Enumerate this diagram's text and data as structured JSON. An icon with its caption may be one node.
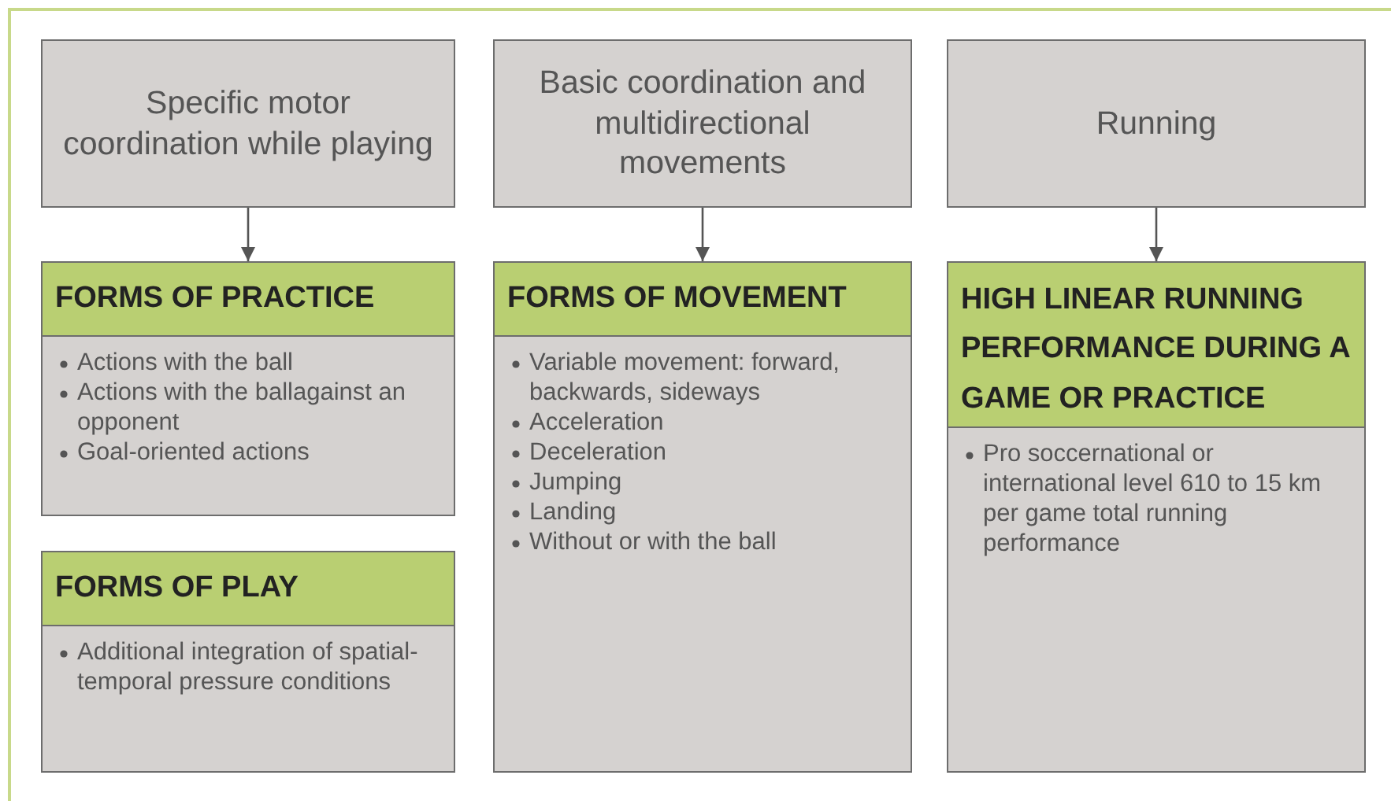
{
  "diagram": {
    "nodes": [
      {
        "text": [
          "Specific motor coordination while playing"
        ]
      },
      {
        "text": [
          "Basic coordination and multidirectional movements"
        ]
      },
      {
        "text": [
          "Running"
        ]
      },
      {
        "text": [
          "FORMS OF PRACTICE",
          "Actions with the ball",
          "Actions with the ballagainst an opponent",
          "Goal-oriented actions"
        ]
      },
      {
        "text": [
          "FORMS OF PLAY",
          "Additional integration of spatial-temporal pressure conditions"
        ]
      },
      {
        "text": [
          "FORMS OF MOVEMENT",
          "Variable movement: forward, backwards, sideways",
          "Acceleration",
          "Deceleration",
          "Jumping",
          "Landing",
          "Without or with the ball"
        ]
      },
      {
        "text": [
          "HIGH LINEAR RUNNING PERFORMANCE DURING A GAME OR PRACTICE",
          "Pro soccernational or international level 610 to 15 km per game total running performance"
        ]
      }
    ],
    "edges": [
      {
        "from": 0,
        "to": 3,
        "arrow": "to"
      },
      {
        "from": 1,
        "to": 5,
        "arrow": "to"
      },
      {
        "from": 2,
        "to": 6,
        "arrow": "to"
      }
    ]
  }
}
